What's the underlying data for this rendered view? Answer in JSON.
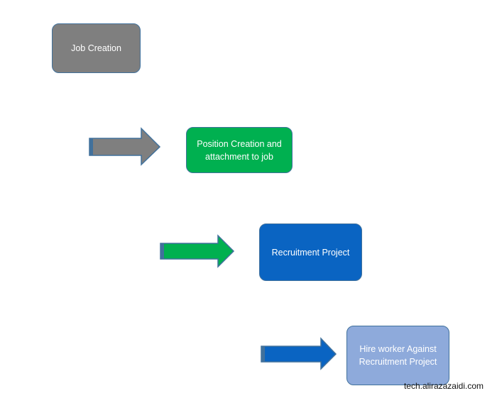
{
  "diagram": {
    "steps": [
      {
        "id": "job",
        "label": "Job Creation",
        "color": "#7f7f7f"
      },
      {
        "id": "position",
        "label": "Position Creation and attachment to job",
        "color": "#00b050"
      },
      {
        "id": "recruit",
        "label": "Recruitment Project",
        "color": "#0a64c2"
      },
      {
        "id": "hire",
        "label": "Hire worker Against Recruitment Project",
        "color": "#8eaadb"
      }
    ],
    "arrows": [
      {
        "id": "arrow-1",
        "color": "#7f7f7f"
      },
      {
        "id": "arrow-2",
        "color": "#00b050"
      },
      {
        "id": "arrow-3",
        "color": "#0a64c2"
      }
    ],
    "border_color": "#41719c"
  },
  "watermark": "tech.alirazazaidi.com"
}
